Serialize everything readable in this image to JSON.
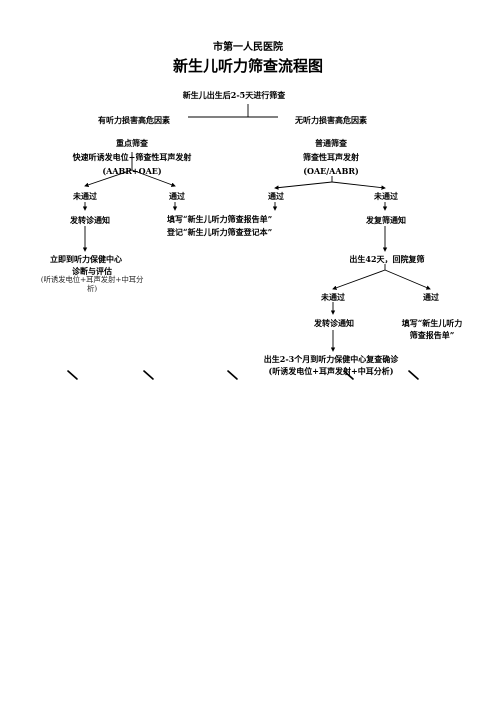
{
  "header": {
    "hospital": "市第一人民医院",
    "title": "新生儿听力筛查流程图"
  },
  "root": "新生儿出生后2-5天进行筛查",
  "risk_branch": {
    "label": "有听力损害高危因素",
    "screen_title": "重点筛查",
    "screen_method": "快速听诱发电位+筛查性耳声发射",
    "screen_abbr": "(AABR+OAE)",
    "fail_label": "未通过",
    "pass_label": "通过",
    "fail_action": "发转诊通知",
    "pass_action_1": "填写“新生儿听力筛查报告单”",
    "pass_action_2": "登记“新生儿听力筛查登记本”",
    "referral_1": "立即到听力保健中心",
    "referral_2": "诊断与评估",
    "referral_3": "(听诱发电位+耳声发射+中耳分",
    "referral_4": "析)"
  },
  "norisk_branch": {
    "label": "无听力损害高危因素",
    "screen_title": "普通筛查",
    "screen_method": "筛查性耳声发射",
    "screen_abbr": "(OAE/AABR)",
    "pass_label": "通过",
    "fail_label": "未通过",
    "fail_action": "发复筛通知",
    "rescreen": "出生42天，回院复筛",
    "re_fail_label": "未通过",
    "re_pass_label": "通过",
    "re_fail_action": "发转诊通知",
    "re_pass_action_1": "填写“新生儿听力",
    "re_pass_action_2": "筛查报告单”",
    "final_1": "出生2-3个月到听力保健中心复查确诊",
    "final_2": "(听诱发电位+耳声发射+中耳分析)"
  }
}
